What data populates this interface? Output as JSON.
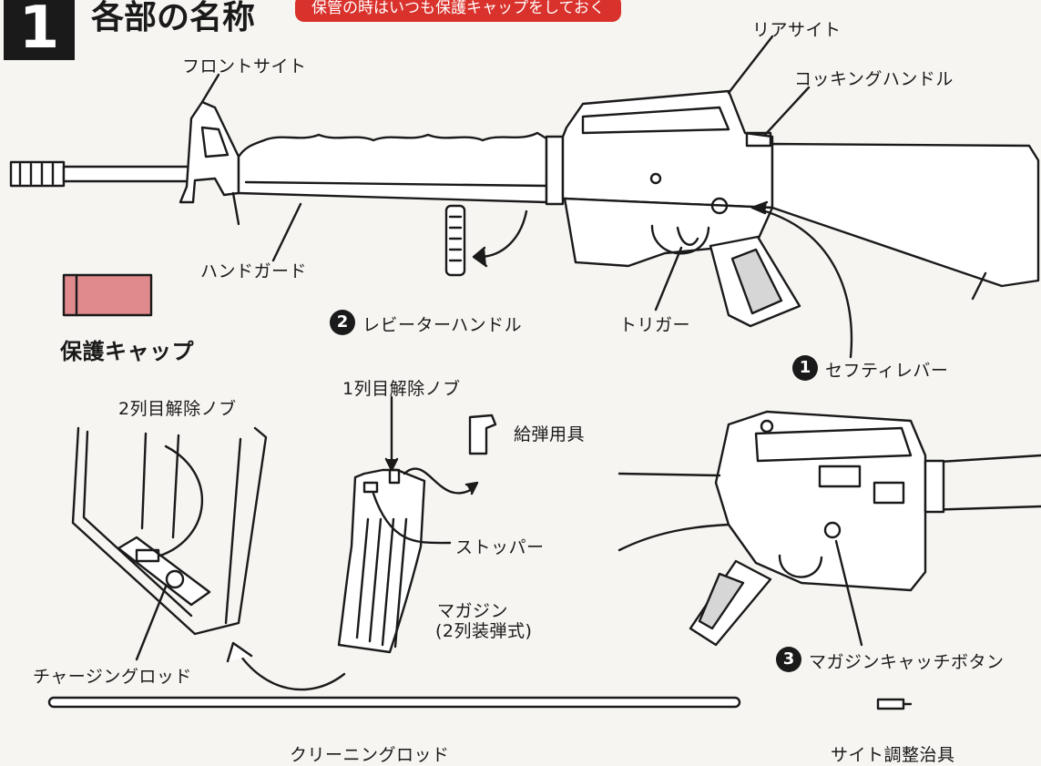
{
  "header": {
    "section_number": "1",
    "title": "各部の名称",
    "banner": "保管の時はいつも保護キャップをしておく"
  },
  "labels": {
    "front_sight": "フロントサイト",
    "rear_sight": "リアサイト",
    "cocking_handle": "コッキングハンドル",
    "hand_guard": "ハンドガード",
    "lever_handle": "レビーターハンドル",
    "trigger": "トリガー",
    "safety_lever": "セフティレバー",
    "protect_cap": "保護キャップ",
    "release_knob_2": "2列目解除ノブ",
    "release_knob_1": "1列目解除ノブ",
    "loader": "給弾用具",
    "stopper": "ストッパー",
    "magazine": "マガジン",
    "magazine_sub": "(2列装弾式)",
    "charging_rod": "チャージングロッド",
    "mag_catch": "マガジンキャッチボタン",
    "cleaning_rod": "クリーニングロッド",
    "sight_tool": "サイト調整治具"
  },
  "callouts": {
    "n1": "1",
    "n2": "2",
    "n3": "3"
  },
  "colors": {
    "banner": "#d9312b",
    "cap": "#e08a8e",
    "ink": "#1a1a1a"
  }
}
